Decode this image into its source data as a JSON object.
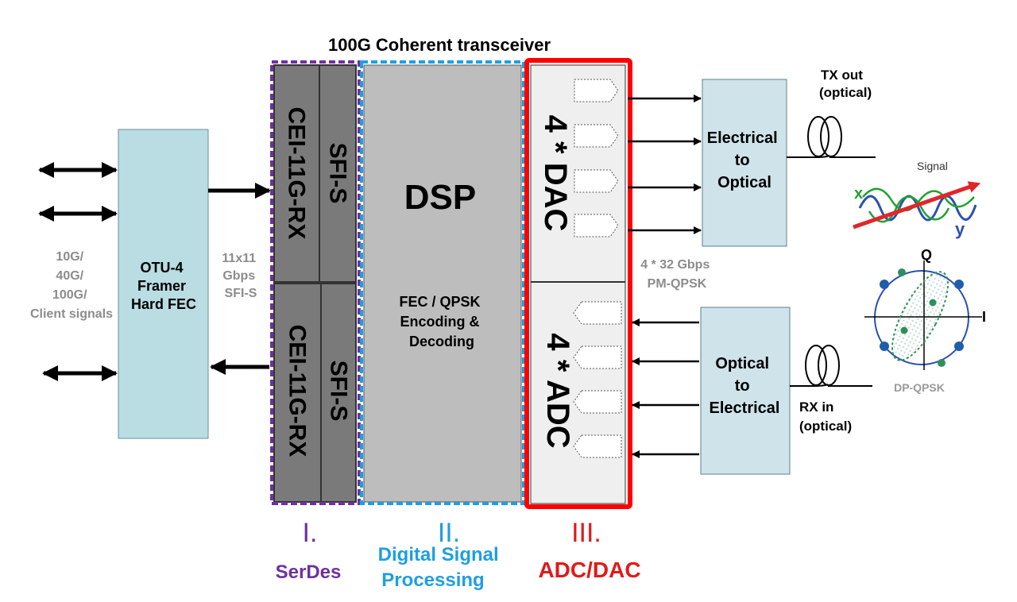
{
  "title": "100G Coherent transceiver",
  "client": {
    "lines": [
      "10G/",
      "40G/",
      "100G/",
      "Client signals"
    ]
  },
  "framer": {
    "lines": [
      "OTU-4",
      "Framer",
      "Hard FEC"
    ]
  },
  "link": {
    "lines": [
      "11x11",
      "Gbps",
      "SFI-S"
    ]
  },
  "serdes": {
    "rx_top": "CEI-11G-RX",
    "sfi_top": "SFI-S",
    "rx_bottom": "CEI-11G-RX",
    "sfi_bottom": "SFI-S"
  },
  "dsp": {
    "title": "DSP",
    "lines": [
      "FEC / QPSK",
      "Encoding &",
      "Decoding"
    ]
  },
  "dac": {
    "label": "4 * DAC"
  },
  "adc": {
    "label": "4 * ADC"
  },
  "rate": {
    "lines": [
      "4 * 32 Gbps",
      "PM-QPSK"
    ]
  },
  "e2o": {
    "lines": [
      "Electrical",
      "to",
      "Optical"
    ]
  },
  "o2e": {
    "lines": [
      "Optical",
      "to",
      "Electrical"
    ]
  },
  "tx": {
    "lines": [
      "TX out",
      "(optical)"
    ]
  },
  "rx": {
    "lines": [
      "RX in",
      "(optical)"
    ]
  },
  "polarization": {
    "signal": "Signal",
    "x": "x",
    "y": "y"
  },
  "constellation": {
    "q": "Q",
    "i": "I",
    "caption": "DP-QPSK"
  },
  "sections": {
    "s1": {
      "numeral": "I.",
      "lines": [
        "SerDes"
      ]
    },
    "s2": {
      "numeral": "II.",
      "lines": [
        "Digital Signal",
        "Processing"
      ]
    },
    "s3": {
      "numeral": "III.",
      "lines": [
        "ADC/DAC"
      ]
    }
  },
  "colors": {
    "serdes": "#7030a0",
    "dsp_section": "#1e9fe0",
    "adc_dac": "#ff0000",
    "box_light_blue": "#cfe3ea",
    "framer_fill": "#b9dde3",
    "gray_dark": "#7a7a7a",
    "gray_mid": "#bdbdbd",
    "gray_light": "#efefef",
    "muted_text": "#8c8c8c",
    "wave_green": "#22a033",
    "wave_blue": "#2a4fb0"
  }
}
